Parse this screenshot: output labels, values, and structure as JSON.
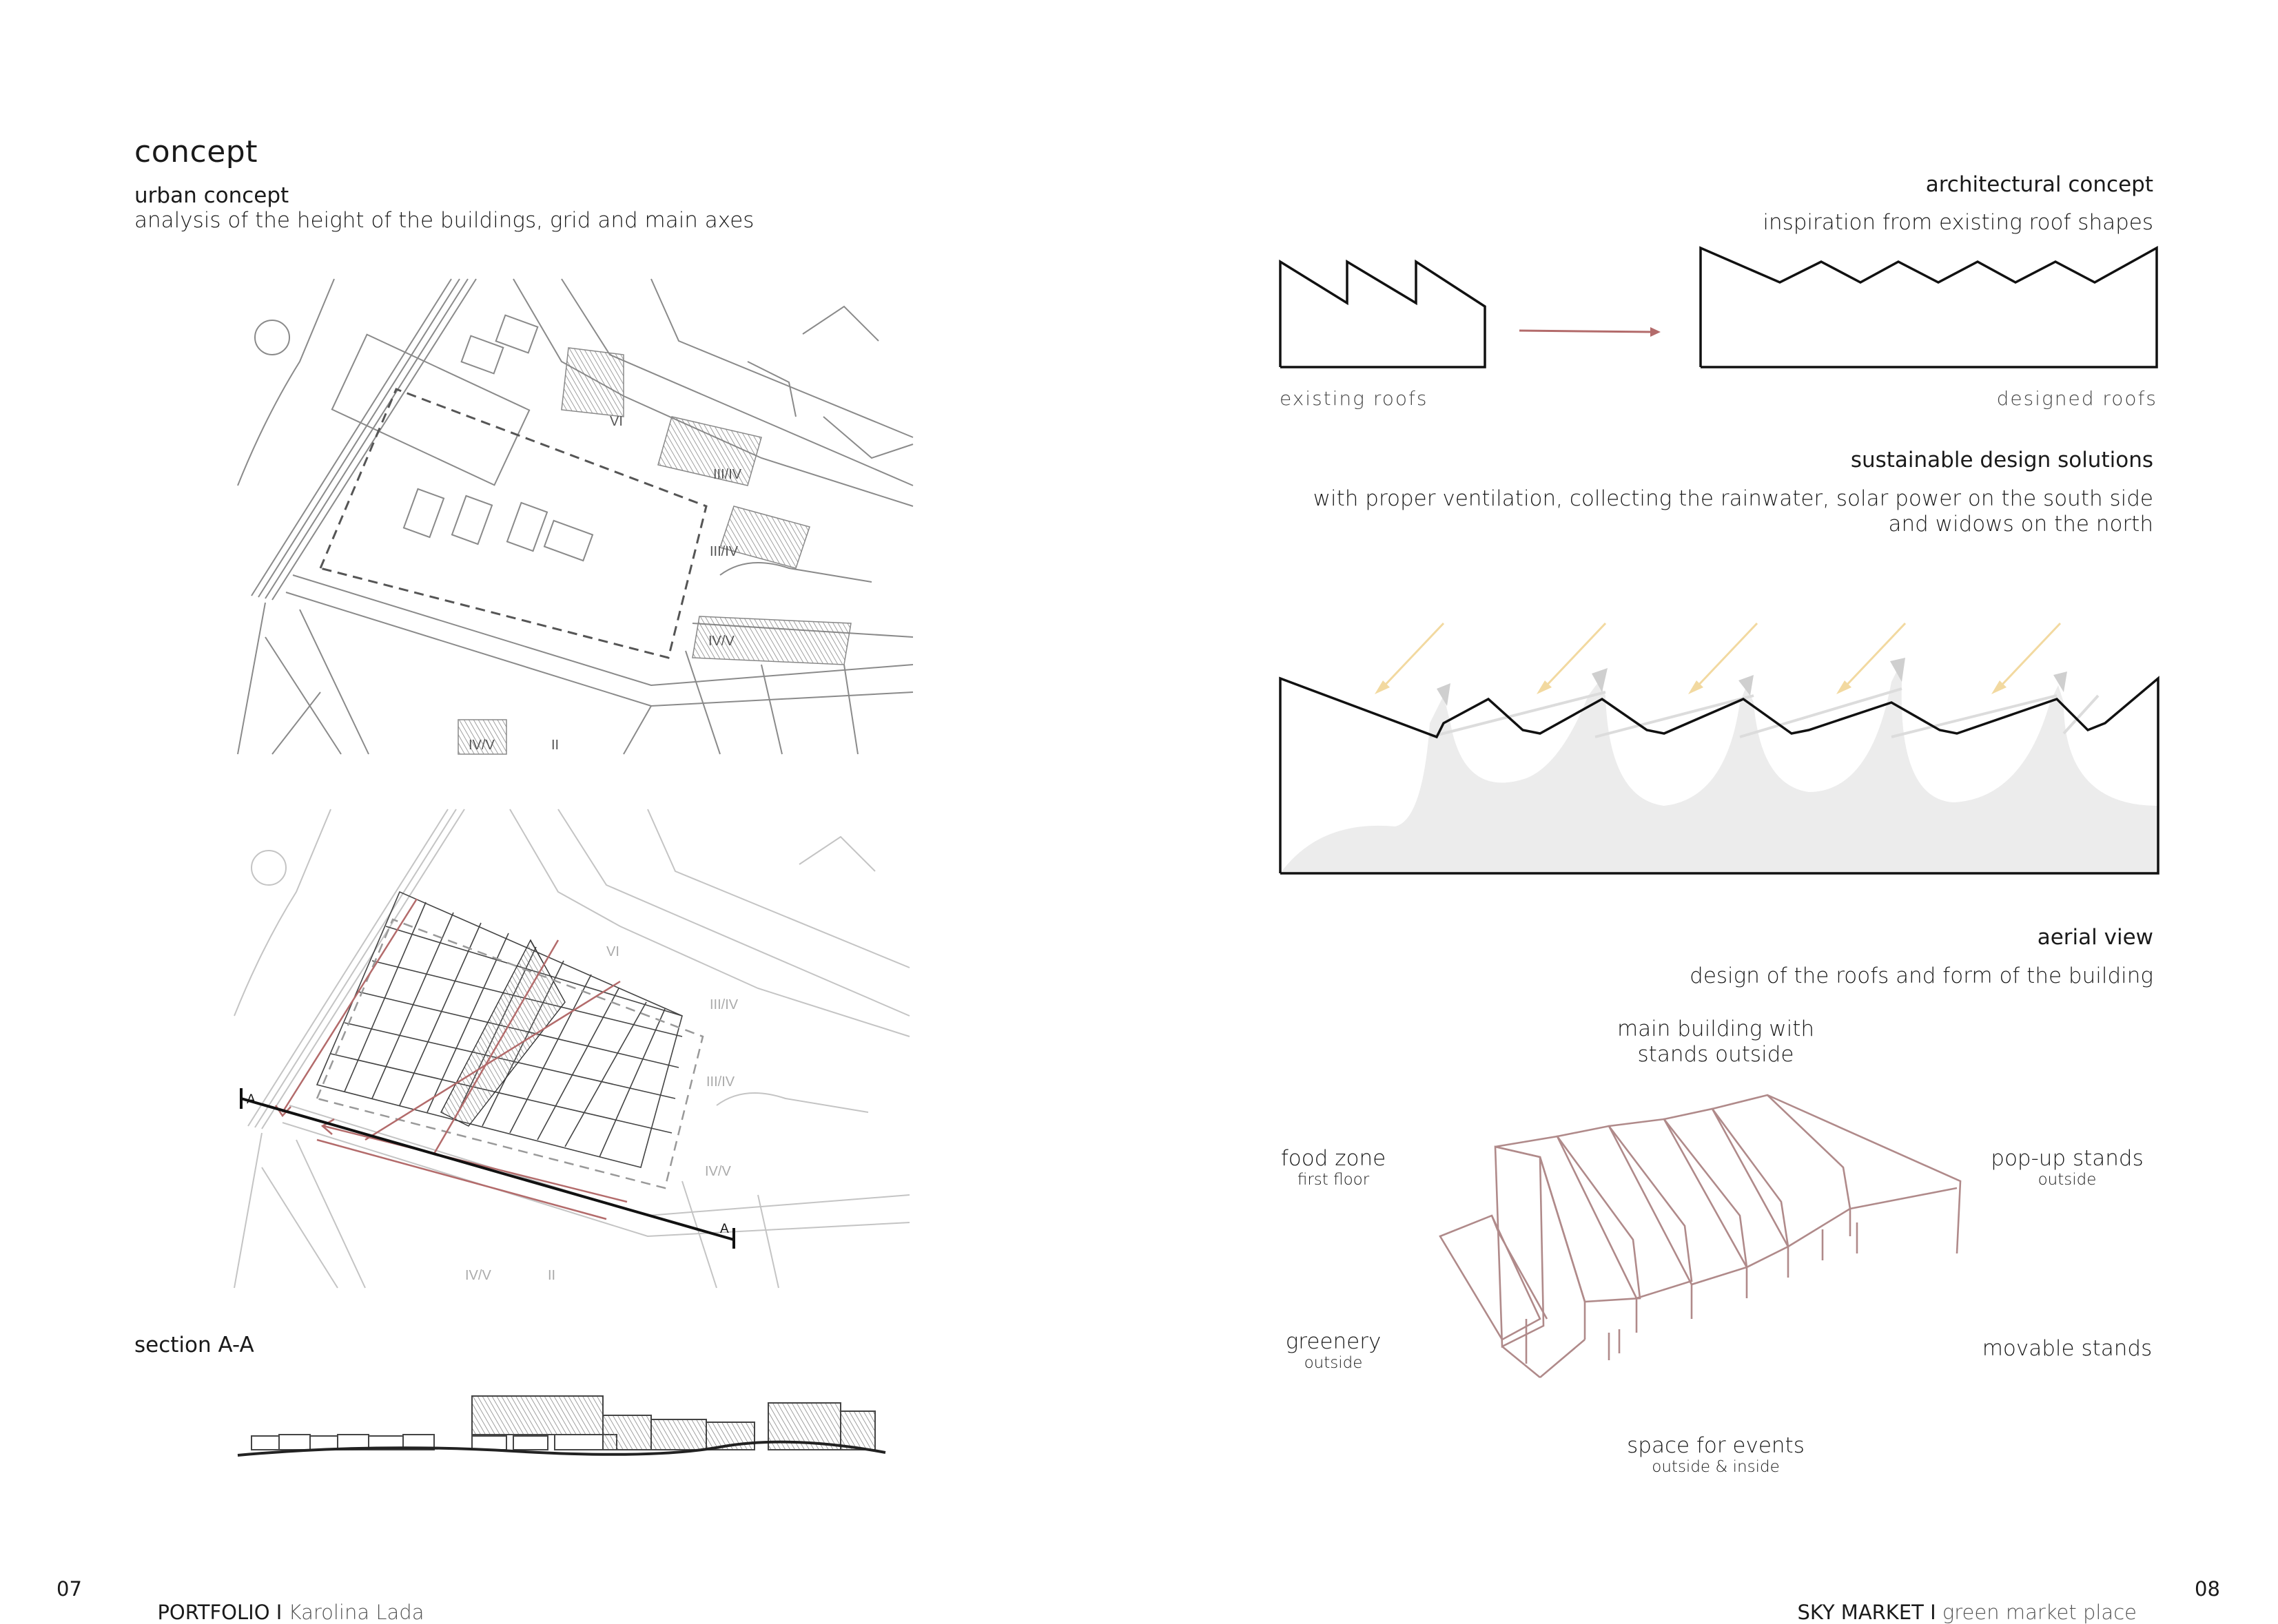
{
  "left": {
    "title": "concept",
    "urban_title": "urban concept",
    "urban_sub": "analysis of the height of the buildings, grid and main axes",
    "map_labels": [
      "VI",
      "III/IV",
      "III/IV",
      "IV/V",
      "IV/V",
      "II"
    ],
    "section_marker": "A",
    "section_title": "section A-A"
  },
  "right": {
    "arch_title": "architectural concept",
    "arch_sub": "inspiration from existing roof shapes",
    "existing_caption": "existing roofs",
    "designed_caption": "designed roofs",
    "sust_title": "sustainable design solutions",
    "sust_sub_1": "with proper ventilation, collecting the rainwater, solar power on the south side",
    "sust_sub_2": "and widows on the north",
    "aerial_title": "aerial view",
    "aerial_sub": "design of the roofs and  form of the building",
    "labels": {
      "main_1": "main building with",
      "main_2": "stands outside",
      "food": "food zone",
      "food_sub": "first floor",
      "popup": "pop-up stands",
      "popup_sub": "outside",
      "greenery": "greenery",
      "greenery_sub": "outside",
      "movable": "movable stands",
      "events": "space for events",
      "events_sub": "outside & inside"
    }
  },
  "footer": {
    "left_page": "07",
    "left_brand": "PORTFOLIO",
    "left_sep": " I ",
    "left_name": "Karolina Lada",
    "right_brand": "SKY MARKET",
    "right_sep": " I ",
    "right_name": "green market place",
    "right_page": "08"
  },
  "colors": {
    "accent": "#b36b6b",
    "sun": "#f2d9a0",
    "air": "#e8e8e8",
    "building": "#b08a8a"
  }
}
